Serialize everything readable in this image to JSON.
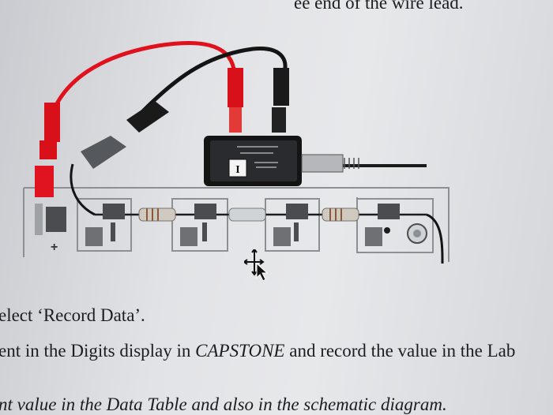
{
  "document": {
    "top_line": "ee end of the wire lead.",
    "record_line": "elect ‘Record Data’.",
    "digits_line_pre": "ent in the Digits display in ",
    "digits_line_app": "CAPSTONE",
    "digits_line_post": " and record the value in the Lab",
    "table_line": "nt value in the Data Table and also in the schematic diagram."
  },
  "figure": {
    "sensor_label": "I",
    "polarity_label": "+"
  },
  "colors": {
    "red_lead": "#e0101c",
    "black_lead": "#141414",
    "board": "#8c8f94"
  },
  "icons": [
    "move-cursor-icon"
  ]
}
